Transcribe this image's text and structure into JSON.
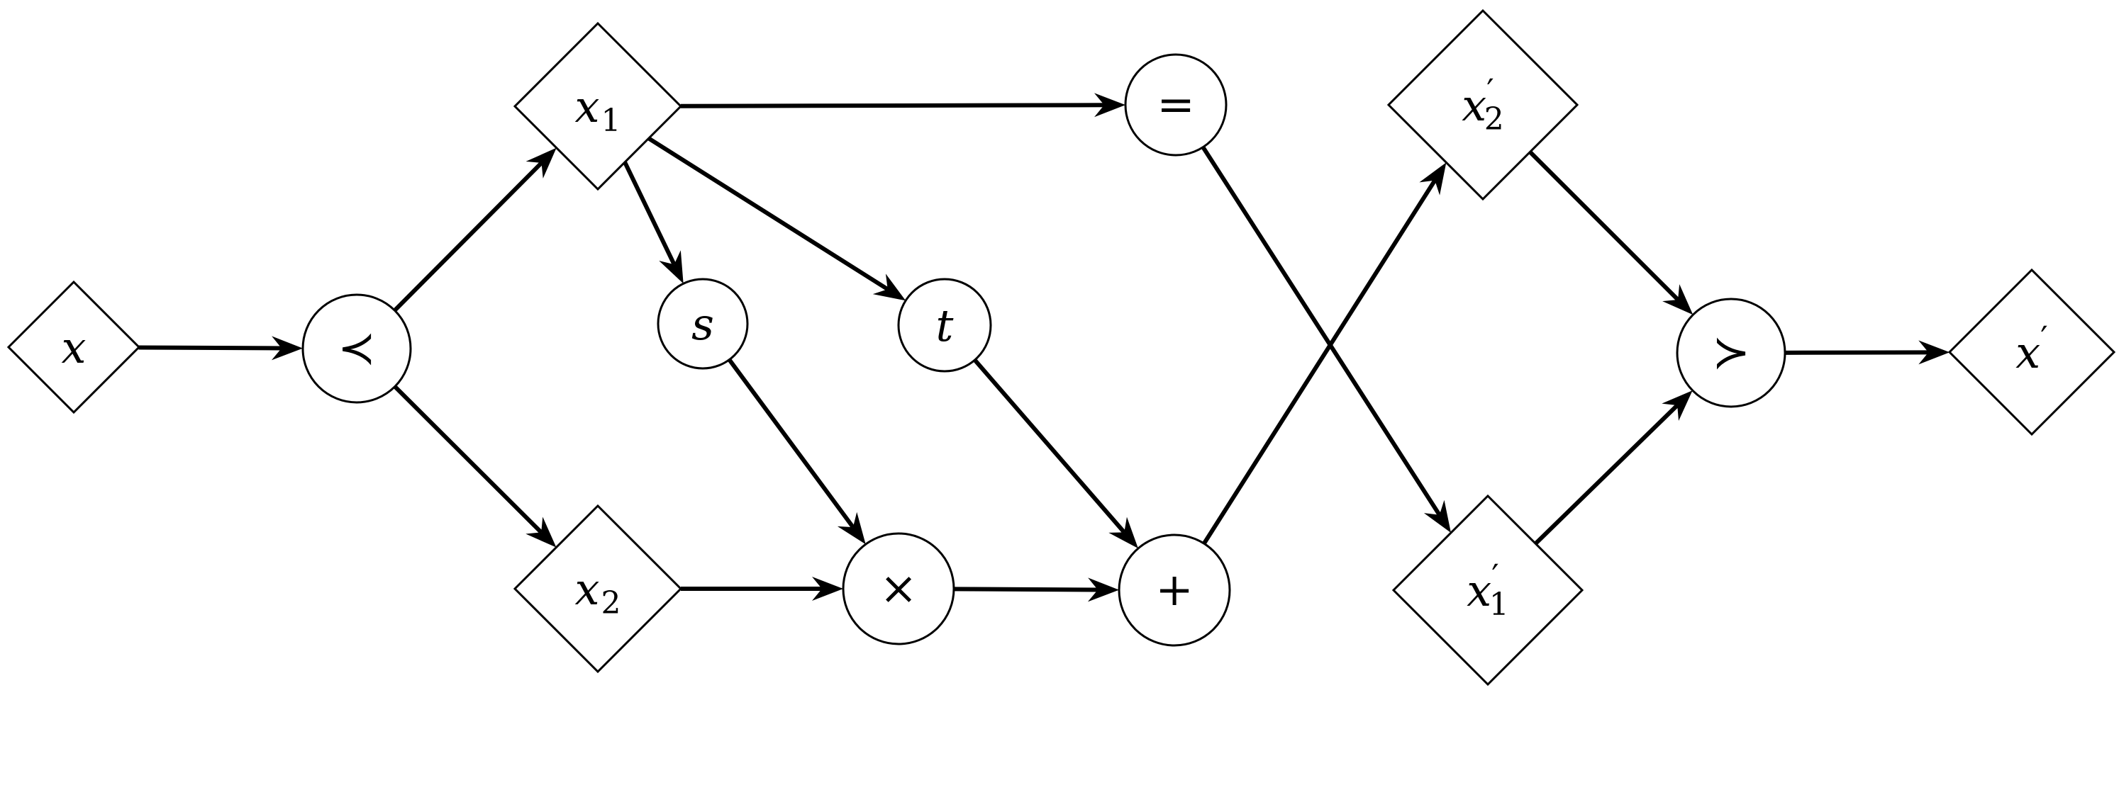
{
  "diagram": {
    "nodes": [
      {
        "id": "x",
        "shape": "diamond",
        "label": "x",
        "sub": "",
        "prime": false,
        "kind": "var"
      },
      {
        "id": "split",
        "shape": "circle",
        "label": "≺",
        "sub": "",
        "prime": false,
        "kind": "op"
      },
      {
        "id": "x1",
        "shape": "diamond",
        "label": "x",
        "sub": "1",
        "prime": false,
        "kind": "var"
      },
      {
        "id": "x2",
        "shape": "diamond",
        "label": "x",
        "sub": "2",
        "prime": false,
        "kind": "var"
      },
      {
        "id": "s",
        "shape": "circle",
        "label": "s",
        "sub": "",
        "prime": false,
        "kind": "var"
      },
      {
        "id": "t",
        "shape": "circle",
        "label": "t",
        "sub": "",
        "prime": false,
        "kind": "var"
      },
      {
        "id": "eq",
        "shape": "circle",
        "label": "=",
        "sub": "",
        "prime": false,
        "kind": "op"
      },
      {
        "id": "mul",
        "shape": "circle",
        "label": "×",
        "sub": "",
        "prime": false,
        "kind": "op"
      },
      {
        "id": "add",
        "shape": "circle",
        "label": "+",
        "sub": "",
        "prime": false,
        "kind": "op"
      },
      {
        "id": "x2p",
        "shape": "diamond",
        "label": "x",
        "sub": "2",
        "prime": true,
        "kind": "var"
      },
      {
        "id": "x1p",
        "shape": "diamond",
        "label": "x",
        "sub": "1",
        "prime": true,
        "kind": "var"
      },
      {
        "id": "merge",
        "shape": "circle",
        "label": "≻",
        "sub": "",
        "prime": false,
        "kind": "op"
      },
      {
        "id": "xp",
        "shape": "diamond",
        "label": "x",
        "sub": "",
        "prime": true,
        "kind": "var"
      }
    ],
    "edges": [
      {
        "from": "x",
        "to": "split"
      },
      {
        "from": "split",
        "to": "x1"
      },
      {
        "from": "split",
        "to": "x2"
      },
      {
        "from": "x1",
        "to": "eq"
      },
      {
        "from": "x1",
        "to": "s"
      },
      {
        "from": "x1",
        "to": "t"
      },
      {
        "from": "x2",
        "to": "mul"
      },
      {
        "from": "s",
        "to": "mul"
      },
      {
        "from": "mul",
        "to": "add"
      },
      {
        "from": "t",
        "to": "add"
      },
      {
        "from": "add",
        "to": "x2p"
      },
      {
        "from": "eq",
        "to": "x1p"
      },
      {
        "from": "x2p",
        "to": "merge"
      },
      {
        "from": "x1p",
        "to": "merge"
      },
      {
        "from": "merge",
        "to": "xp"
      }
    ]
  }
}
